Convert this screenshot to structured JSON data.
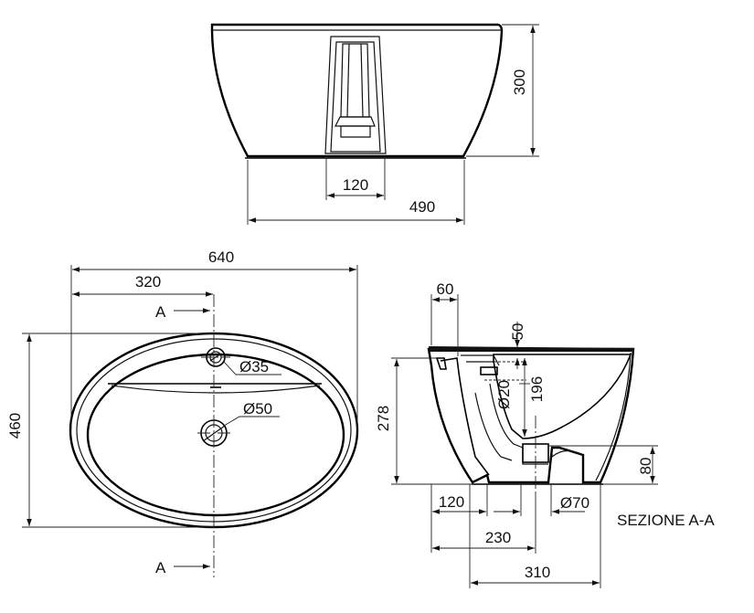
{
  "front_view": {
    "dims": {
      "height": "300",
      "drain_width": "120",
      "base_width": "490"
    }
  },
  "plan_view": {
    "dims": {
      "overall_width": "640",
      "half_width": "320",
      "overall_depth": "460",
      "tap_hole": "Ø35",
      "drain_hole": "Ø50"
    },
    "section_marks": {
      "top": "A",
      "bottom": "A"
    }
  },
  "section_view": {
    "title": "SEZIONE A-A",
    "dims": {
      "rim_offset": "60",
      "rim_thickness": "50",
      "height": "278",
      "inner_depth": "196",
      "overflow_dia": "Ø20",
      "base_height": "80",
      "inner_offset": "120",
      "drain_dia": "Ø70",
      "base_depth": "230",
      "overall_depth": "310"
    }
  }
}
